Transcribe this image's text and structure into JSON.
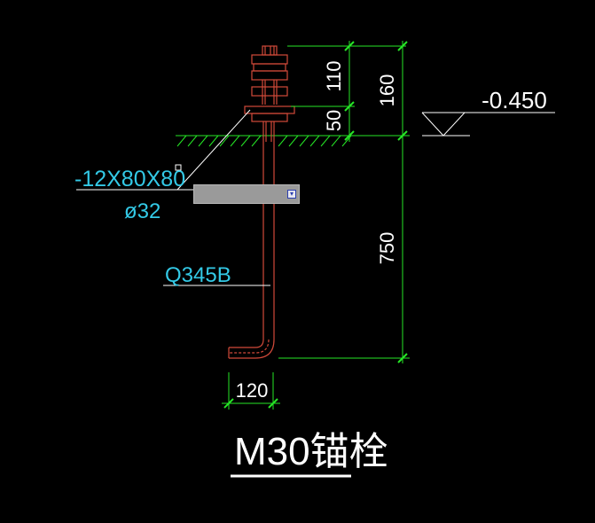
{
  "drawing": {
    "title": "M30锚栓",
    "plate_spec": "-12X80X80",
    "bolt_diameter": "ø32",
    "material": "Q345B",
    "elevation": "-0.450",
    "dimensions": {
      "nut_height": "110",
      "plate_height": "50",
      "above_ground_total": "160",
      "embed_depth": "750",
      "hook_length": "120"
    }
  },
  "colors": {
    "background": "#000000",
    "bolt": "#d24a3a",
    "dimension": "#26e626",
    "ground_hatch": "#26e626",
    "leader": "#ffffff",
    "annotation_text": "#33c9e6",
    "dimension_text": "#ffffff",
    "title_text": "#ffffff",
    "grip_box": "#9a9a9a"
  },
  "icons": {
    "grip_button": "dropdown-arrow-icon",
    "snap_marker": "snap-square-icon"
  }
}
